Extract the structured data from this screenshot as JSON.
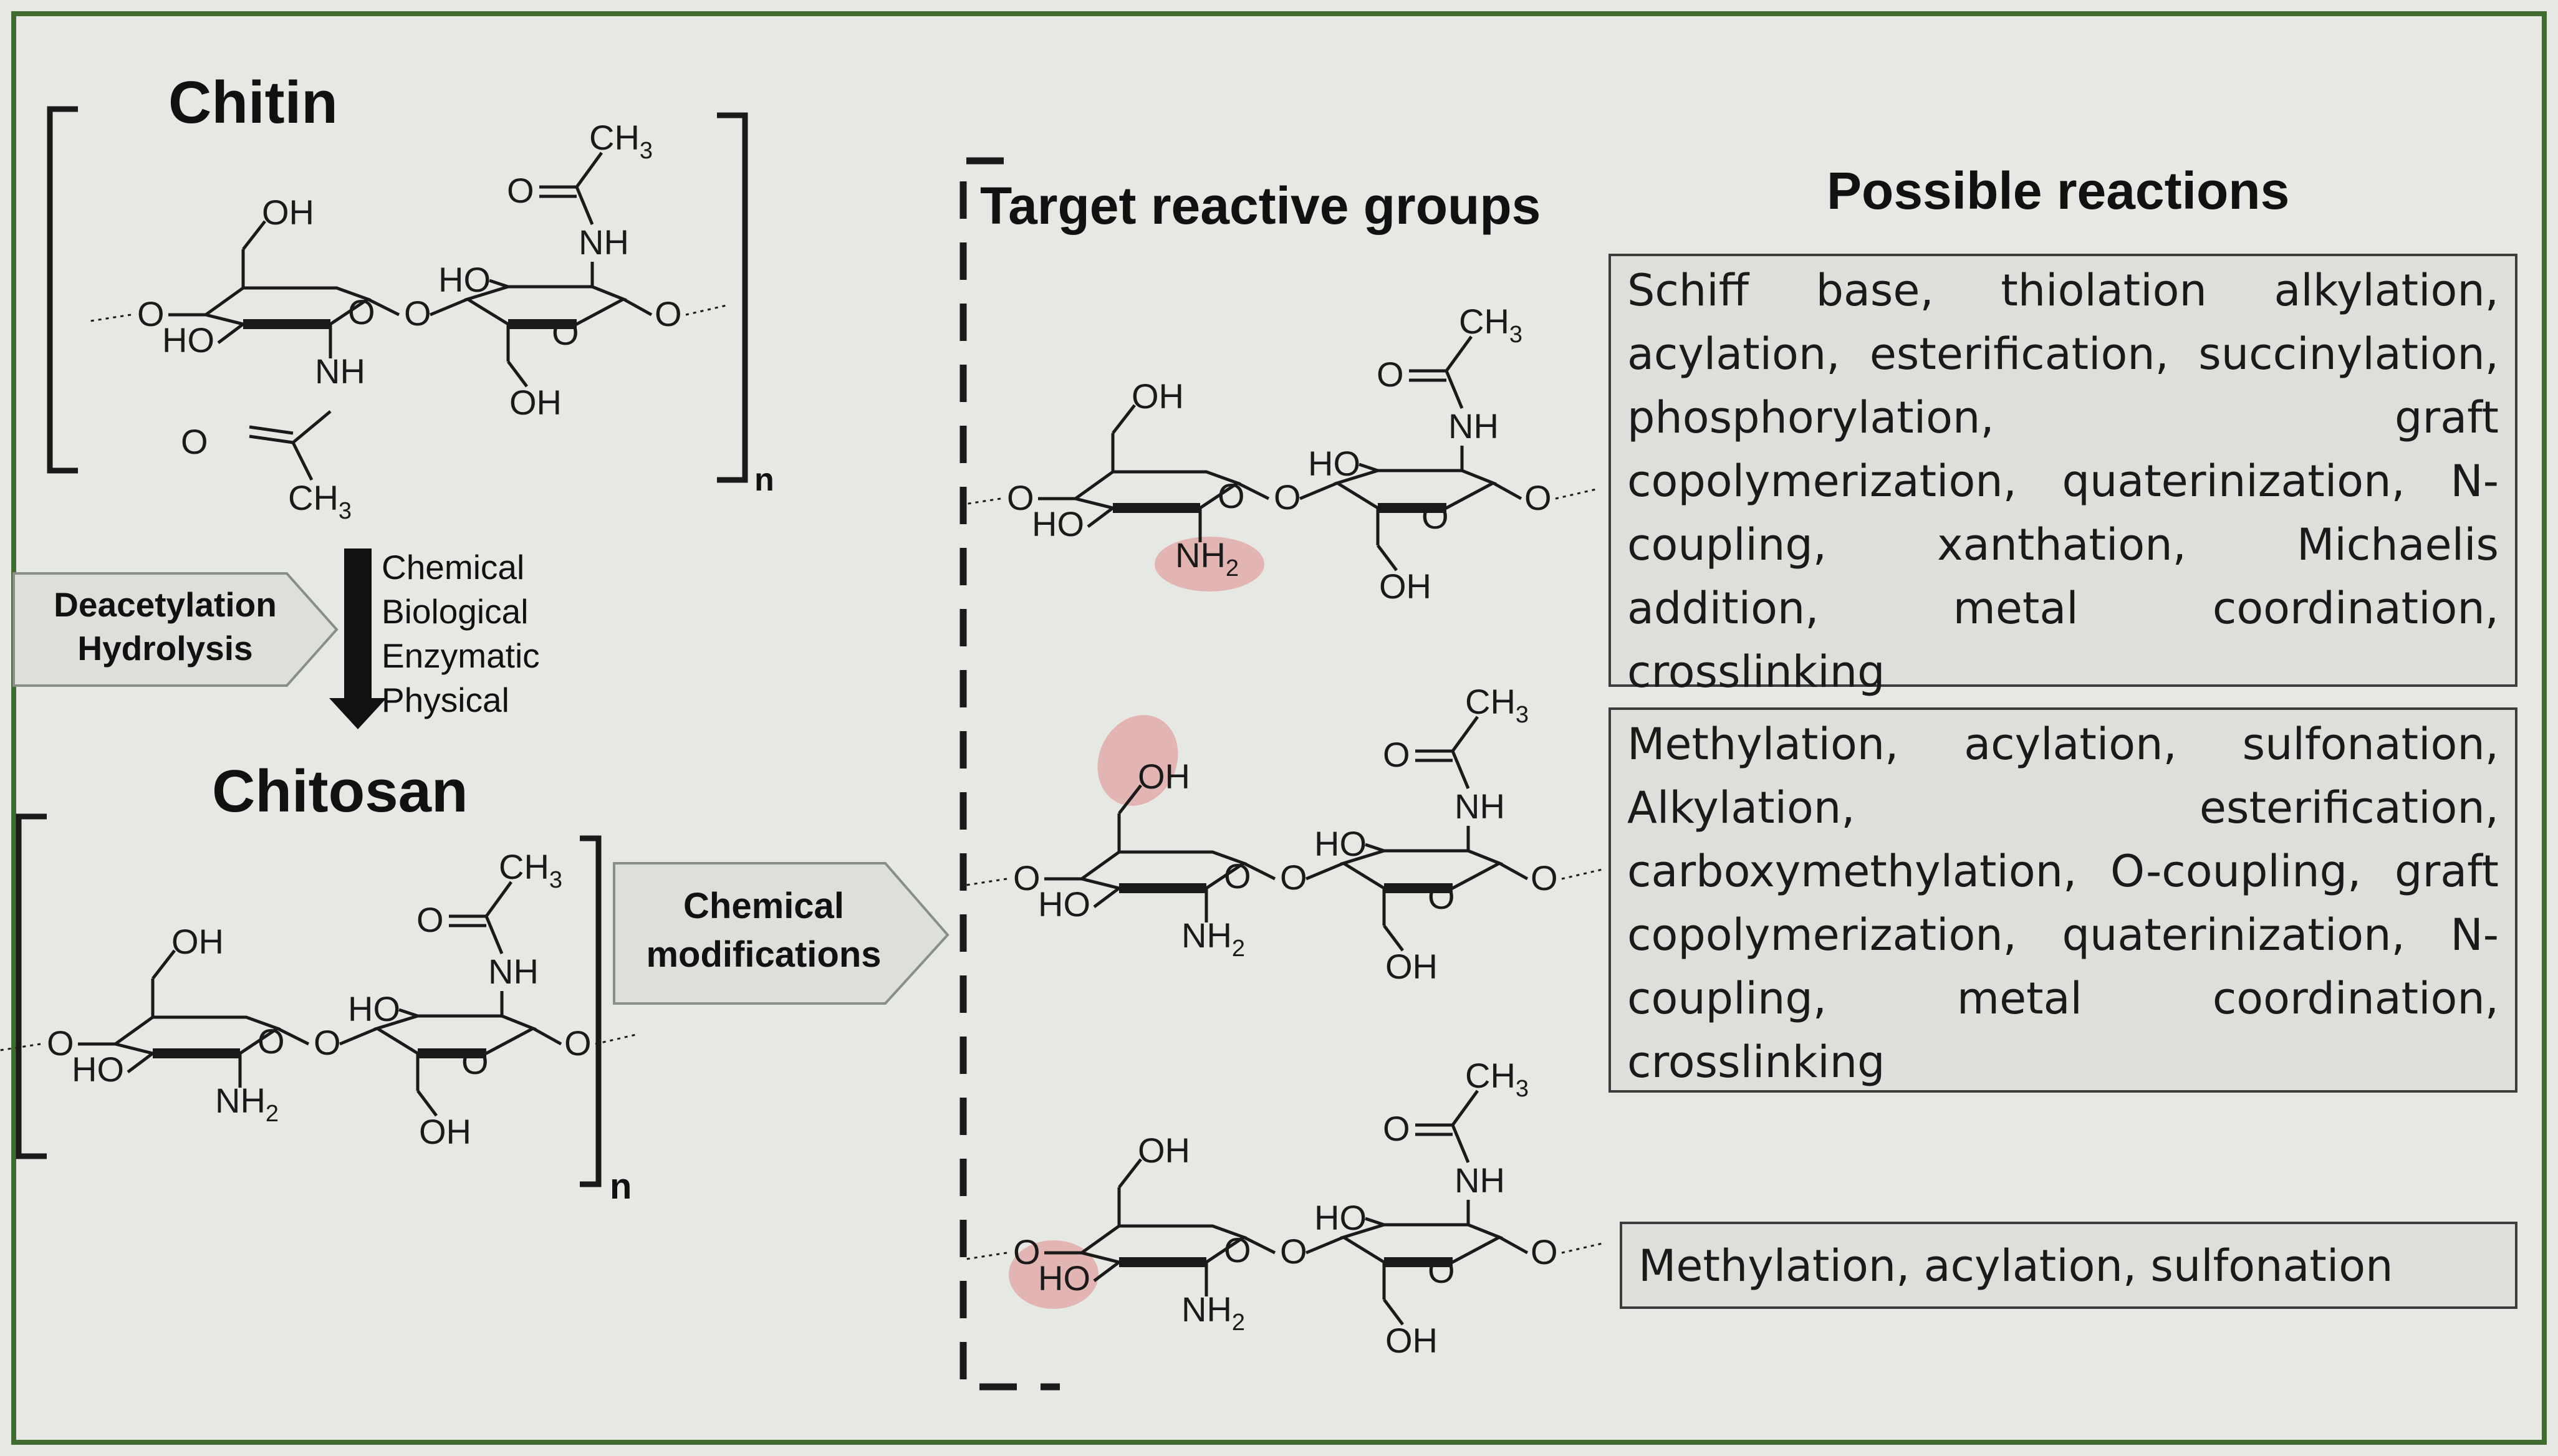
{
  "colors": {
    "background": "#e6e8e3",
    "frame": "#3f6b2e",
    "highlight": "#e08a8a",
    "box_fill": "#dcdfda",
    "ink": "#1a1a1a"
  },
  "chitin": {
    "title": "Chitin",
    "repeat_n": "n"
  },
  "process": {
    "left_arrow_lines": [
      "Deacetylation",
      "Hydrolysis"
    ],
    "methods": [
      "Chemical",
      "Biological",
      "Enzymatic",
      "Physical"
    ]
  },
  "chitosan": {
    "title": "Chitosan",
    "repeat_n": "n"
  },
  "modifications_arrow": [
    "Chemical",
    "modifications"
  ],
  "headers": {
    "target": "Target reactive groups",
    "reactions": "Possible reactions"
  },
  "atom_labels": {
    "oh": "OH",
    "ho": "HO",
    "nh": "NH",
    "nh2": "NH",
    "sub2": "2",
    "ch": "CH",
    "sub3": "3",
    "o": "O"
  },
  "reactions": [
    {
      "group": "NH2",
      "text": "Schiff base, thiolation alkylation, acylation, esterification, succinylation, phosphorylation, graft copolymerization, quaterinization, N-coupling, xanthation, Michaelis addition, metal coordination, crosslinking"
    },
    {
      "group": "C6-OH",
      "text": "Methylation, acylation, sulfonation, Alkylation, esterification, carboxymethylation, O-coupling, graft copolymerization, quaterinization, N-coupling, metal coordination, crosslinking"
    },
    {
      "group": "C3-OH",
      "text": "Methylation, acylation, sulfonation"
    }
  ]
}
